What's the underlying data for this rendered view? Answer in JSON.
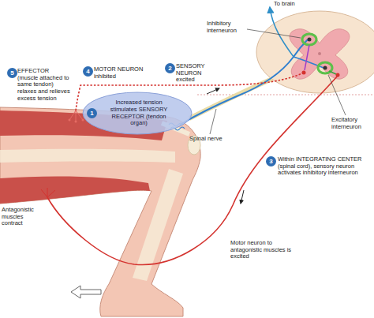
{
  "diagram": {
    "nodes": [
      {
        "text": [
          "5"
        ]
      },
      {
        "text": [
          "4"
        ]
      },
      {
        "text": [
          "Increased tension stimulates SENSORY RECEPTOR (tendon organ)"
        ]
      },
      {
        "text": [
          "1"
        ],
        "in": 2
      },
      {
        "text": [
          "2"
        ]
      },
      {
        "text": [
          "3"
        ]
      }
    ],
    "labels": [
      "To brain",
      "Inhibitory interneuron",
      "EFFECTOR (muscle attached to same tendon) relaxes and relieves excess tension",
      "MOTOR NEURON inhibited",
      "SENSORY NEURON excited",
      "Spinal nerve",
      "Within INTEGRATING CENTER (spinal cord), sensory neuron activates inhibitory interneuron",
      "Excitatory interneuron",
      "Antagonistic muscles contract",
      "Motor neuron to antagonistic muscles is excited"
    ]
  }
}
